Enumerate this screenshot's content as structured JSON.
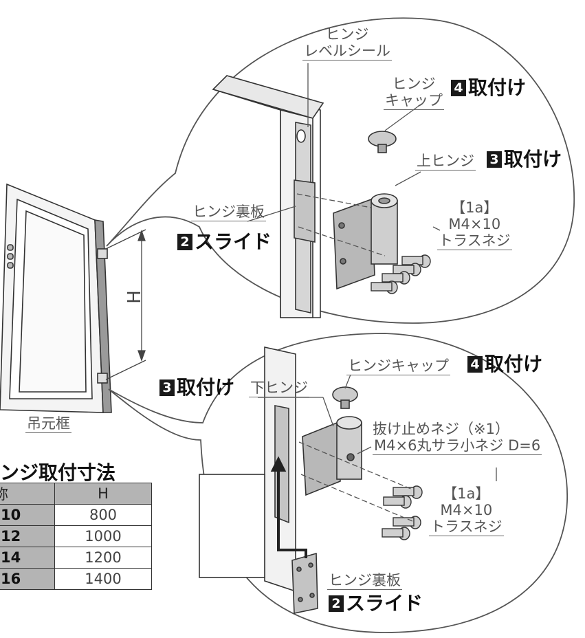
{
  "labels": {
    "hinge_level_seal_line1": "ヒンジ",
    "hinge_level_seal_line2": "レベルシール",
    "hinge_cap_top_line1": "ヒンジ",
    "hinge_cap_top_line2": "キャップ",
    "upper_hinge": "上ヒンジ",
    "hinge_back_plate_top": "ヒンジ裏板",
    "screw_top_line1": "【1a】",
    "screw_top_line2": "M4×10",
    "screw_top_line3": "トラスネジ",
    "height_mark": "H",
    "frame": "吊元框",
    "hinge_cap_bottom": "ヒンジキャップ",
    "lower_hinge": "下ヒンジ",
    "stopper_screw_line1": "抜け止めネジ（※1）",
    "stopper_screw_line2": "M4×6丸サラ小ネジ D=6",
    "screw_bottom_line1": "【1a】",
    "screw_bottom_line2": "M4×10",
    "screw_bottom_line3": "トラスネジ",
    "hinge_back_plate_bottom": "ヒンジ裏板"
  },
  "steps": {
    "attach_cap_top": {
      "num": "4",
      "text": "取付け"
    },
    "attach_hinge_top": {
      "num": "3",
      "text": "取付け"
    },
    "slide_top": {
      "num": "2",
      "text": "スライド"
    },
    "attach_cap_bottom": {
      "num": "4",
      "text": "取付け"
    },
    "attach_hinge_bottom": {
      "num": "3",
      "text": "取付け"
    },
    "slide_bottom": {
      "num": "2",
      "text": "スライド"
    }
  },
  "table": {
    "title": "ンジ取付寸法",
    "header_name": "称",
    "header_h": "H",
    "rows": [
      {
        "name": "10",
        "h": "800"
      },
      {
        "name": "12",
        "h": "1000"
      },
      {
        "name": "14",
        "h": "1200"
      },
      {
        "name": "16",
        "h": "1400"
      }
    ]
  },
  "colors": {
    "line": "#555555",
    "metal": "#c8c8c8",
    "metal_dark": "#8c8c8c",
    "table_header": "#b4b4b4"
  }
}
